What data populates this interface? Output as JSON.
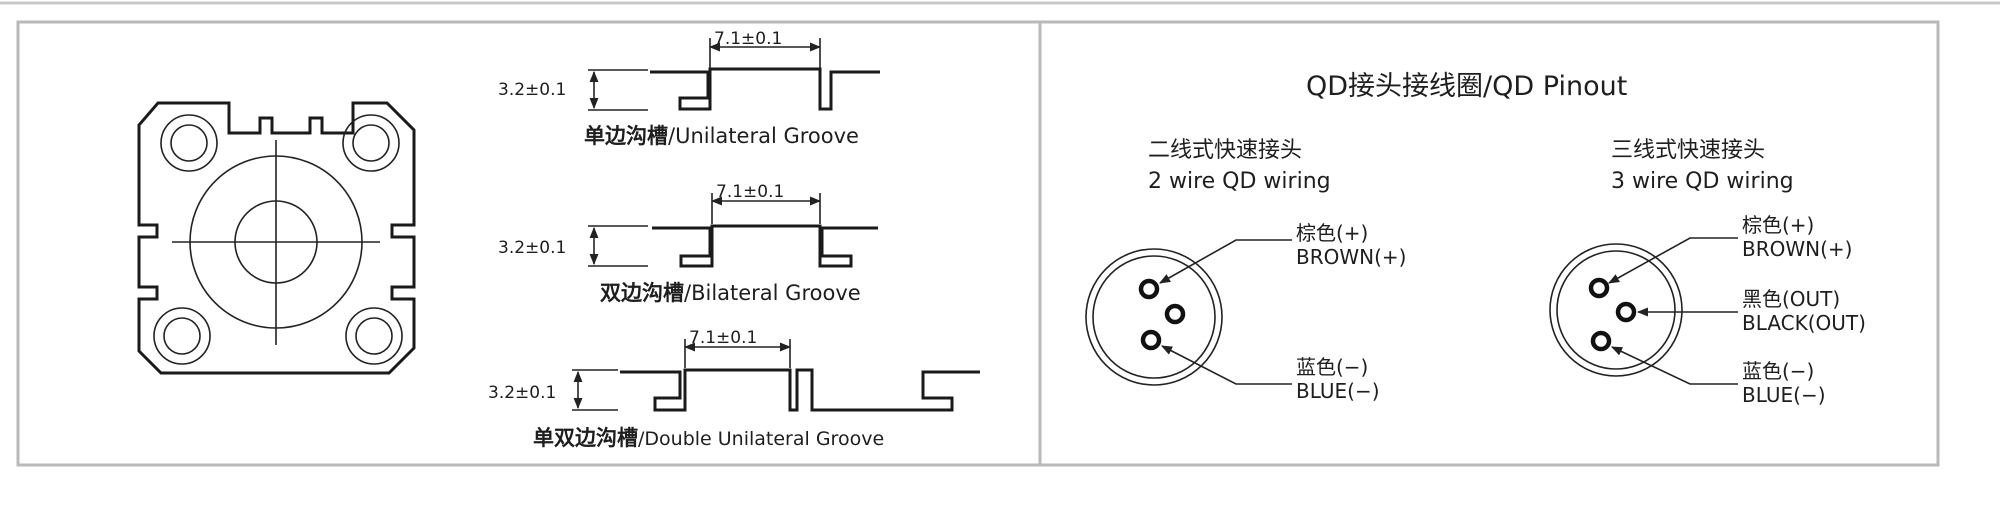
{
  "groove": {
    "width_dim": "7.1±0.1",
    "depth_dim": "3.2±0.1",
    "unilateral_cn": "单边沟槽",
    "unilateral_en": "/Unilateral Groove",
    "bilateral_cn": "双边沟槽",
    "bilateral_en": "/Bilateral  Groove",
    "double_cn": "单双边沟槽",
    "double_en": "/Double Unilateral Groove"
  },
  "pinout": {
    "title": "QD接头接线圈/QD Pinout",
    "two_wire_cn": "二线式快速接头",
    "two_wire_en": "2 wire QD wiring",
    "three_wire_cn": "三线式快速接头",
    "three_wire_en": "3 wire QD wiring",
    "brown_cn": "棕色(+)",
    "brown_en": "BROWN(+)",
    "blue_cn": "蓝色(−)",
    "blue_en": "BLUE(−)",
    "black_cn": "黑色(OUT)",
    "black_en": "BLACK(OUT)"
  }
}
